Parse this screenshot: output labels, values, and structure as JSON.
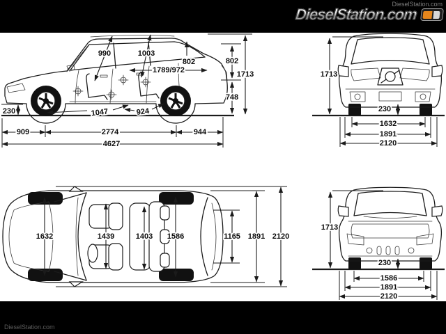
{
  "branding": {
    "logo_text": "DieselStation.com",
    "watermark_top_right": "DieselStation.com",
    "watermark_bottom_left": "DieselStation.com"
  },
  "colors": {
    "accent_orange": "#e5861c",
    "frame": "#000000",
    "paper": "#ffffff",
    "line": "#1b1b1b"
  },
  "views": {
    "side": {
      "seat_to_roof_front": "990",
      "seat_to_roof_rear": "1003",
      "rear_headroom": "802",
      "load_length": "1789/972",
      "opening_height": "802",
      "overall_height": "1713",
      "load_sill_height": "748",
      "ground_clearance": "230",
      "front_door_opening": "1047",
      "rear_door_opening": "924",
      "front_overhang": "909",
      "wheelbase": "2774",
      "rear_overhang": "944",
      "overall_length": "4627"
    },
    "front": {
      "overall_height": "1713",
      "ground_clearance": "230",
      "front_track": "1632",
      "body_width": "1891",
      "width_incl_mirrors": "2120"
    },
    "top": {
      "front_track": "1632",
      "front_interior_width": "1439",
      "rear_interior_width": "1403",
      "rear_track": "1586",
      "load_opening_width": "1165",
      "body_width": "1891",
      "width_incl_mirrors": "2120"
    },
    "rear": {
      "overall_height": "1713",
      "ground_clearance": "230",
      "rear_track": "1586",
      "body_width": "1891",
      "width_incl_mirrors": "2120"
    }
  }
}
